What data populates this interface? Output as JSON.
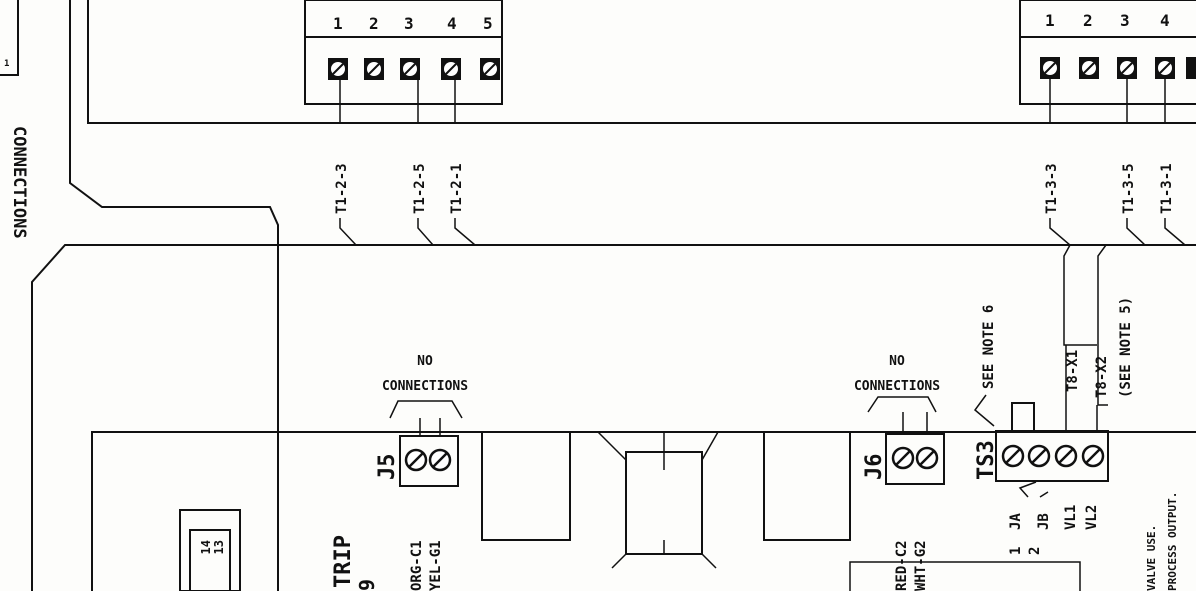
{
  "terminal_block_left": {
    "numbers": [
      "1",
      "2",
      "3",
      "4",
      "5"
    ],
    "wires": [
      "T1-2-3",
      "T1-2-5",
      "T1-2-1"
    ]
  },
  "terminal_block_right": {
    "numbers": [
      "1",
      "2",
      "3",
      "4"
    ],
    "wires": [
      "T1-3-3",
      "T1-3-5",
      "T1-3-1"
    ]
  },
  "left_edge": {
    "vertical_text": "CONNECTIONS",
    "corner_label": "1"
  },
  "j5": {
    "label": "J5",
    "no_connections": [
      "NO",
      "CONNECTIONS"
    ],
    "wire_labels": [
      "ORG-C1",
      "YEL-G1"
    ]
  },
  "j6": {
    "label": "J6",
    "no_connections": [
      "NO",
      "CONNECTIONS"
    ],
    "wire_labels": [
      "RED-C2",
      "WHT-G2"
    ]
  },
  "ts3": {
    "label": "TS3",
    "see_note_6": "SEE NOTE 6",
    "t8_labels": [
      "T8-X1",
      "T8-X2"
    ],
    "see_note_5": "(SEE NOTE 5)",
    "terminal_labels": [
      "JA",
      "JB",
      "VL1",
      "VL2"
    ],
    "side_numbers": [
      "1",
      "2"
    ]
  },
  "bottom_right_notes": [
    "VALVE USE.",
    "PROCESS OUTPUT."
  ],
  "connector_numbers": [
    "14",
    "13"
  ],
  "strip_label": "TRIP",
  "partial_char": "9"
}
